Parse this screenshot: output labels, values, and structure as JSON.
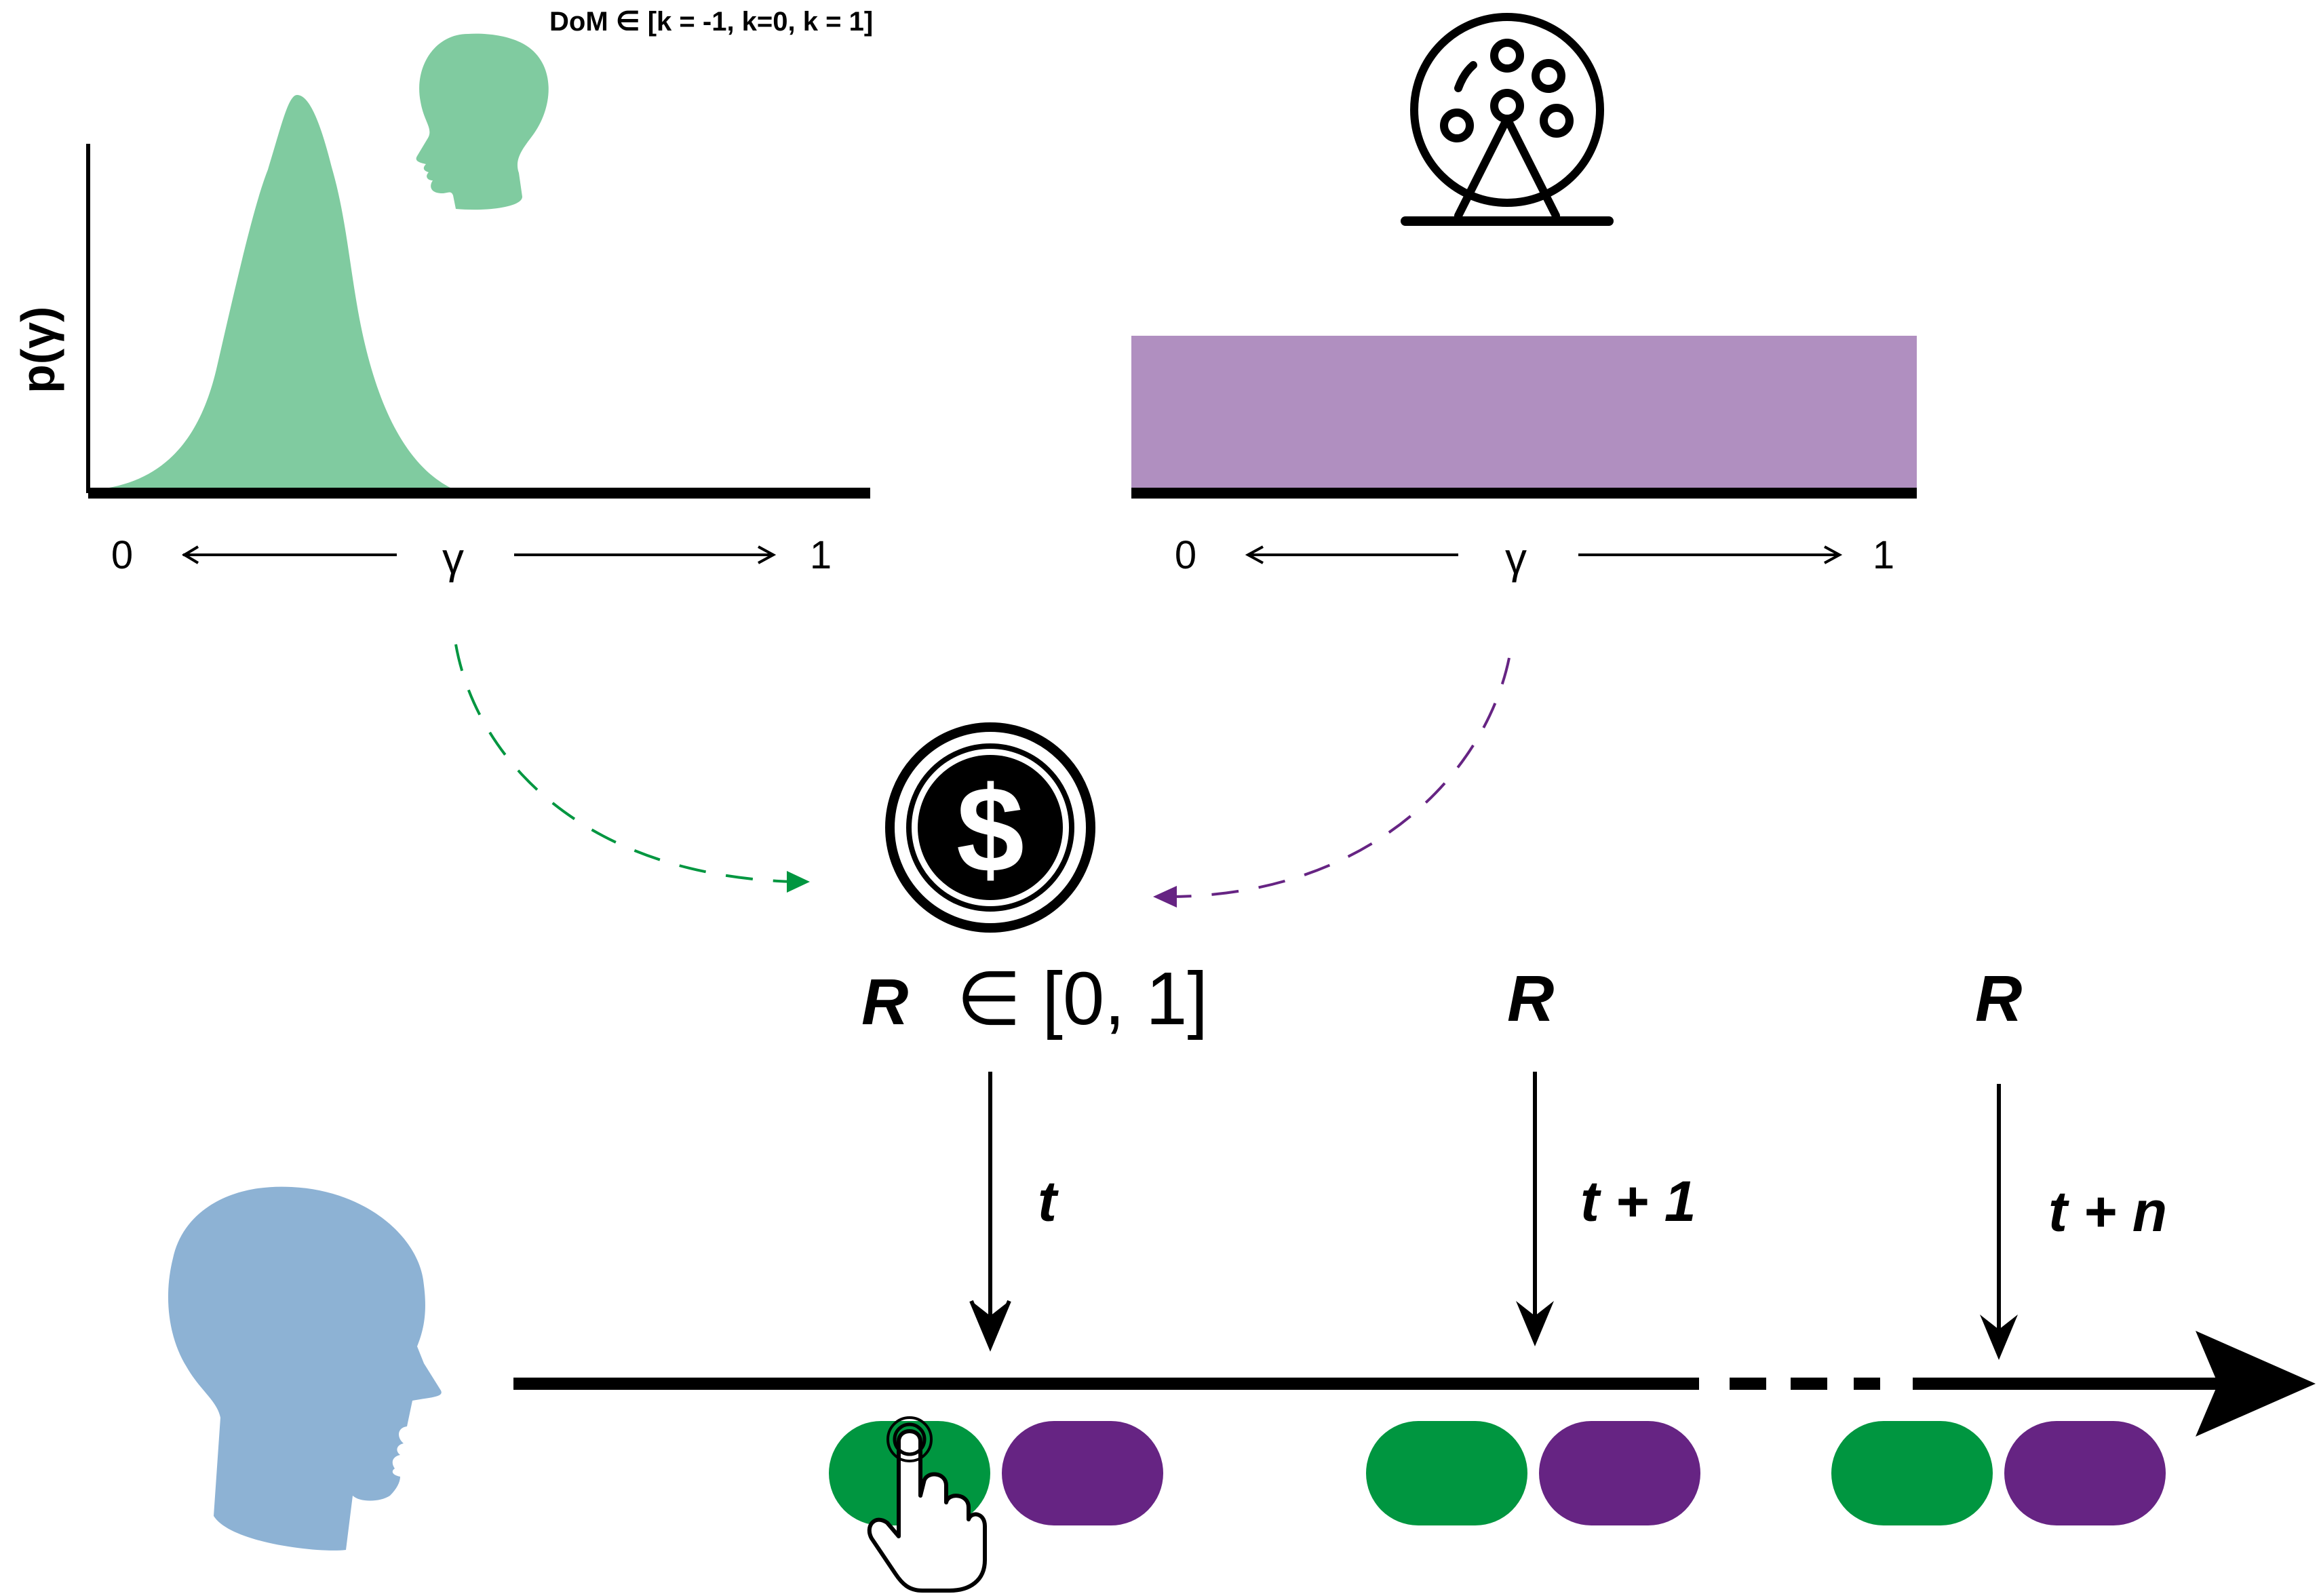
{
  "colors": {
    "green_light": "#80CBA0",
    "green": "#009640",
    "purple_light": "#B08FC0",
    "purple": "#662483",
    "blue_head": "#8DB2D4",
    "black": "#000000"
  },
  "icons": {
    "agent_head_small": "human-head-profile-icon",
    "lottery": "lottery-wheel-icon",
    "reward": "dollar-coin-icon",
    "agent_head_large": "human-head-profile-icon",
    "hand": "pointing-hand-click-icon"
  },
  "top_left": {
    "dom_label": "DoM ∈ [k = -1, k=0, k = 1]",
    "ylabel": "p(γ)",
    "axis_min": "0",
    "axis_var": "γ",
    "axis_max": "1"
  },
  "top_right": {
    "axis_min": "0",
    "axis_var": "γ",
    "axis_max": "1"
  },
  "reward": {
    "symbol": "R",
    "range": "∈ [0, 1]"
  },
  "timeline": {
    "steps": [
      {
        "reward": "R",
        "time": "t"
      },
      {
        "reward": "R",
        "time": "t + 1"
      },
      {
        "reward": "R",
        "time": "t + n"
      }
    ],
    "choice_pairs": 3
  }
}
